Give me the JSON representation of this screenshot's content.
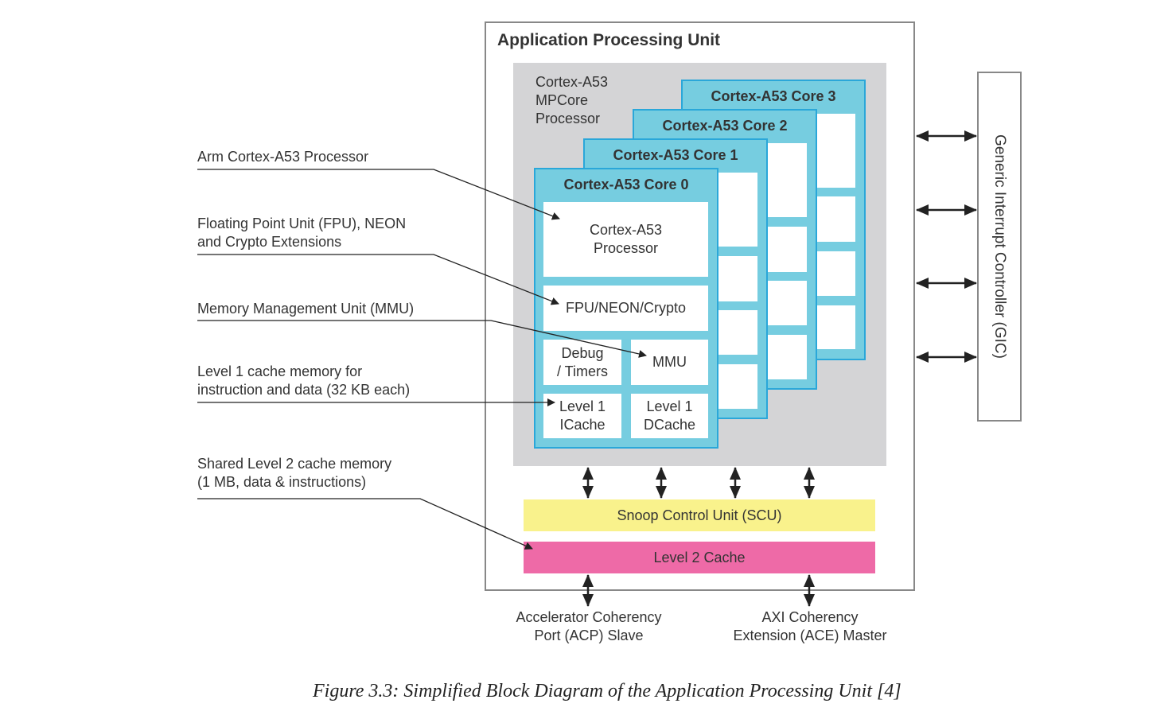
{
  "apu_title": "Application Processing Unit",
  "mpcore_label": "Cortex-A53\nMPCore\nProcessor",
  "cores": [
    {
      "title": "Cortex-A53 Core 0"
    },
    {
      "title": "Cortex-A53 Core 1"
    },
    {
      "title": "Cortex-A53 Core 2"
    },
    {
      "title": "Cortex-A53 Core 3"
    }
  ],
  "core0_blocks": {
    "processor": "Cortex-A53\nProcessor",
    "fpu": "FPU/NEON/Crypto",
    "debug": "Debug\n/ Timers",
    "mmu": "MMU",
    "icache": "Level 1\nICache",
    "dcache": "Level 1\nDCache"
  },
  "scu_label": "Snoop Control Unit (SCU)",
  "l2_label": "Level 2 Cache",
  "gic_label": "Generic Interrupt Controller (GIC)",
  "callouts": [
    {
      "text": "Arm Cortex-A53 Processor"
    },
    {
      "text": "Floating Point Unit (FPU), NEON\nand Crypto Extensions"
    },
    {
      "text": "Memory Management Unit (MMU)"
    },
    {
      "text": "Level 1 cache memory for\ninstruction and data (32 KB each)"
    },
    {
      "text": "Shared Level 2 cache memory\n(1 MB, data & instructions)"
    }
  ],
  "ports": {
    "acp": "Accelerator Coherency\nPort (ACP) Slave",
    "ace": "AXI Coherency\nExtension (ACE) Master"
  },
  "caption": "Figure 3.3:  Simplified Block Diagram of the Application Processing Unit [4]",
  "colors": {
    "core_fill": "#76cde0",
    "core_border": "#2aa7d9",
    "gray_area": "#d4d4d6",
    "scu": "#f9f28c",
    "l2": "#ee6aa7"
  }
}
